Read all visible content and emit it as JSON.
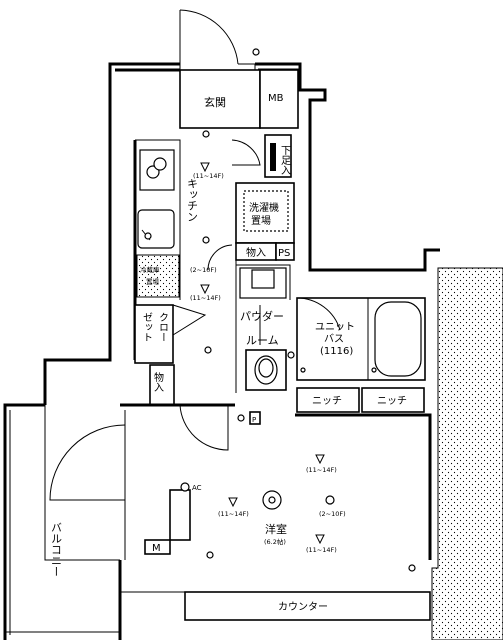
{
  "rooms": {
    "genkan": "玄関",
    "mb": "MB",
    "kitchen": "キッチン",
    "shoebox": "下足入",
    "washer_line1": "洗濯機",
    "washer_line2": "置場",
    "storage_top": "物入",
    "ps": "PS",
    "fridge_line1": "冷蔵庫",
    "fridge_line2": "置場",
    "closet_col1": "クロー",
    "closet_col2": "ゼット",
    "powder_line1": "パウダー",
    "powder_line2": "ルーム",
    "unitbath_line1": "ユニット",
    "unitbath_line2": "バス",
    "unitbath_size": "(1116)",
    "storage_mid": "物入",
    "niche1": "ニッチ",
    "niche2": "ニッチ",
    "western_room": "洋室",
    "western_size": "(6.2帖)",
    "balcony": "バルコニー",
    "counter": "カウンター"
  },
  "fixtures": {
    "light_11_14": "(11~14F)",
    "light_2_10": "(2~10F)",
    "ac": "AC",
    "m_box": "M",
    "p_box": "P"
  }
}
